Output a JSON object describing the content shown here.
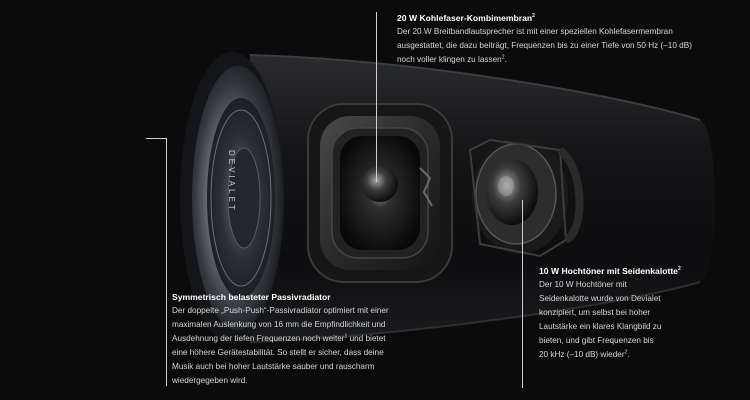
{
  "callouts": {
    "membrane": {
      "title": "20 W Kohlefaser-Kombimembran",
      "title_note": "2",
      "lines": [
        "Der 20 W Breitbandlautsprecher ist mit einer speziellen Kohlefasermembran",
        "ausgestattet, die dazu beiträgt, Frequenzen bis zu einer Tiefe von 50 Hz (–10 dB)",
        "noch voller klingen zu lassen"
      ],
      "last_note": "2",
      "last_suffix": "."
    },
    "tweeter": {
      "title": "10 W Hochtöner mit Seidenkalotte",
      "title_note": "2",
      "lines": [
        "Der 10 W Hochtöner mit",
        "Seidenkalotte wurde von Devialet",
        "konzipiert, um selbst bei hoher",
        "Lautstärke ein klares Klangbild zu",
        "bieten, und gibt Frequenzen bis",
        "20 kHz (–10 dB) wieder"
      ],
      "last_note": "2",
      "last_suffix": "."
    },
    "radiator": {
      "title": "Symmetrisch belasteter Passivradiator",
      "lines": [
        "Der doppelte „Push-Push“-Passivradiator optimiert mit einer",
        "maximalen Auslenkung von 16 mm die Empfindlichkeit und",
        "Ausdehnung der tiefen Frequenzen noch weiter",
        "eine höhere Gerätestabilität. So stellt er sicher, dass deine",
        "Musik auch bei hoher Lautstärke sauber und rauscharm",
        "wiedergegeben wird."
      ],
      "line3_note": "1",
      "line3_suffix": " und bietet"
    }
  },
  "brand": {
    "logo_text": "DEVIALET"
  }
}
